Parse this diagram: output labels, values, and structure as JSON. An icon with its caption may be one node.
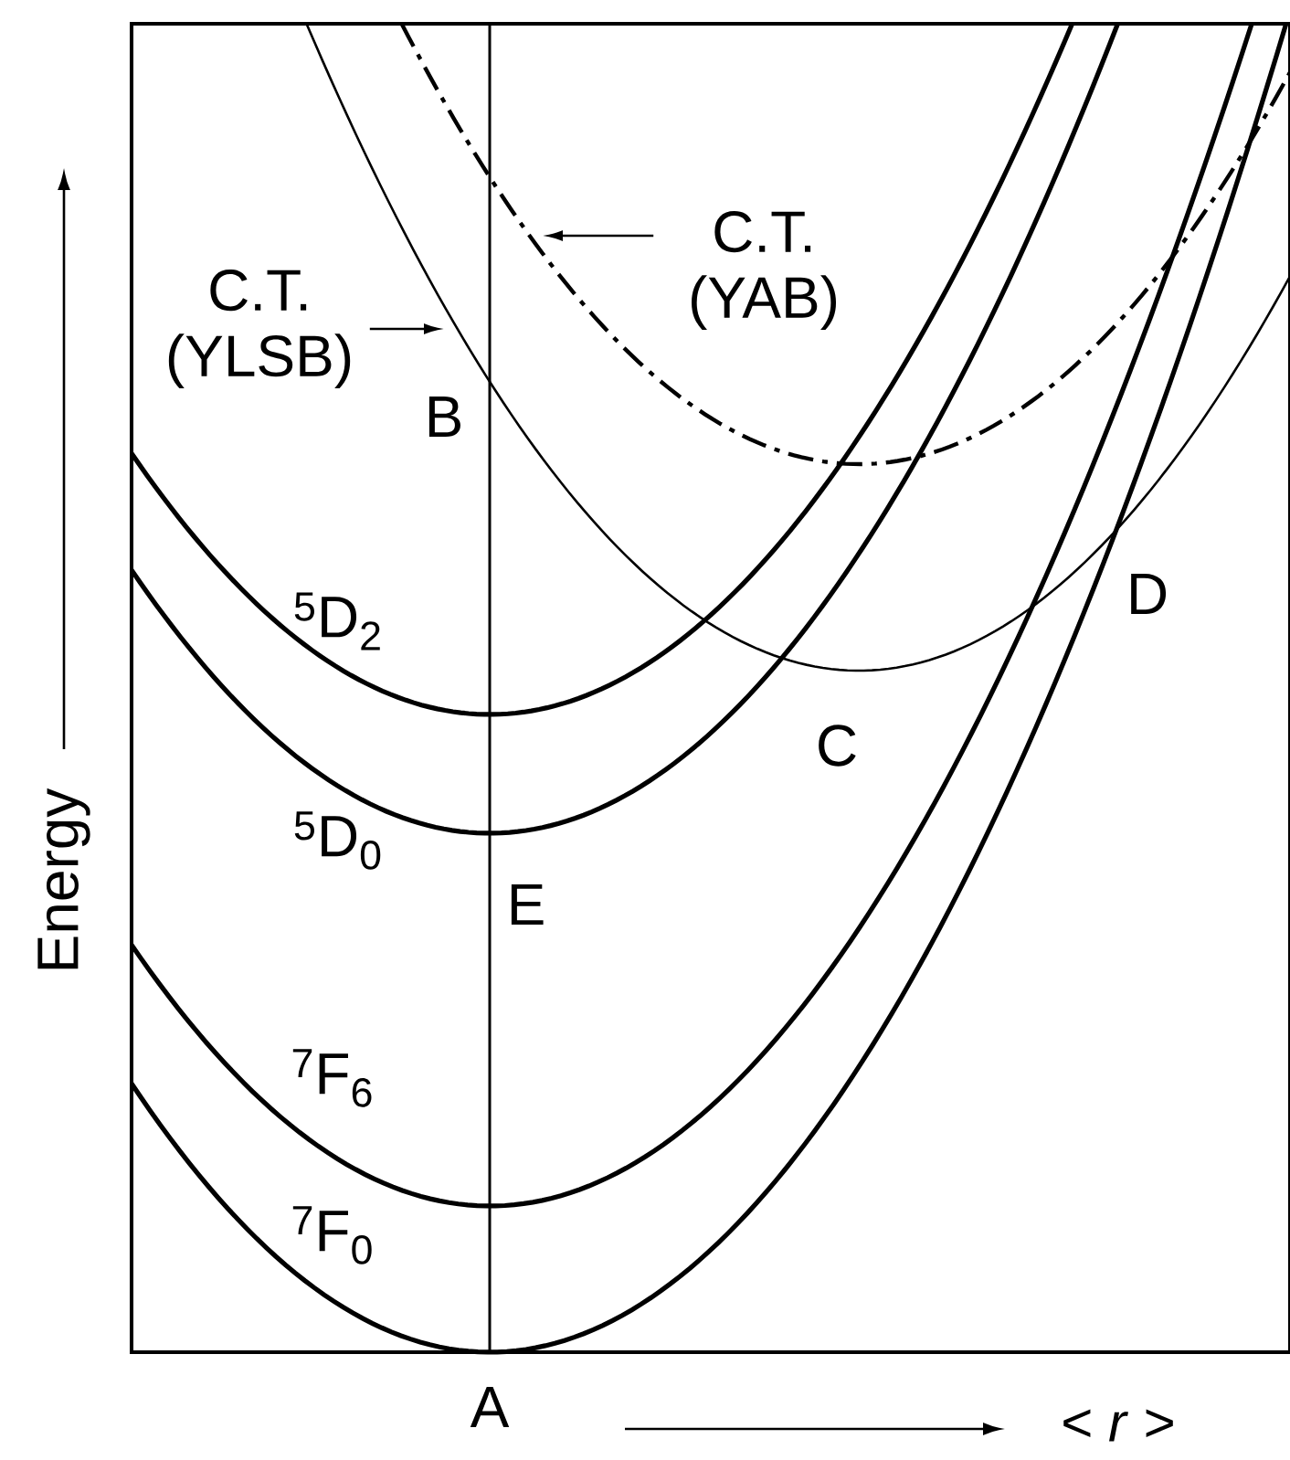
{
  "diagram": {
    "nodes": [
      {
        "text": [
          "C.T. (YLSB)"
        ]
      },
      {
        "text": [
          "C.T. (YAB)"
        ]
      }
    ],
    "edges": [
      {
        "from": 0,
        "to": null,
        "arrow": "to"
      },
      {
        "from": 1,
        "to": null,
        "arrow": "to"
      }
    ],
    "labels": [
      "B",
      "D",
      "$^{5}$D$_{2}$",
      "C",
      "$^{5}$D$_{0}$",
      "E",
      "$^{7}$F$_{6}$",
      "$^{7}$F$_{0}$",
      "A",
      "Energy",
      "< *r* >"
    ]
  }
}
